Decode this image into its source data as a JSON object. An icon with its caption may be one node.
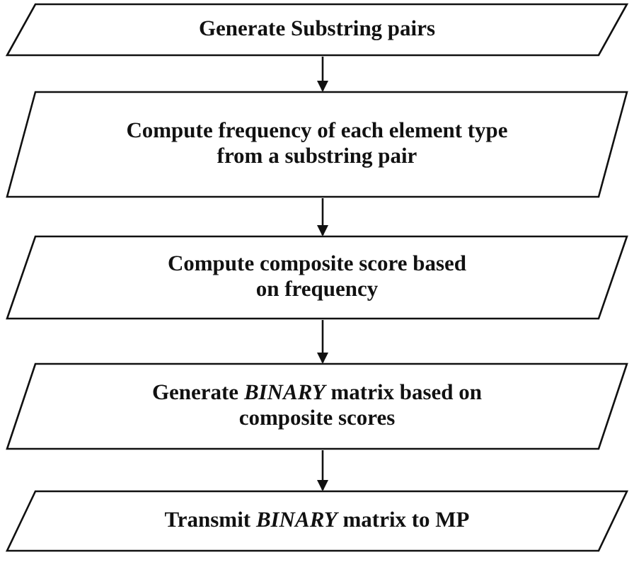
{
  "diagram": {
    "nodes": [
      {
        "text": [
          "Generate Substring pairs"
        ]
      },
      {
        "text": [
          "Compute frequency of each element type from a substring pair"
        ]
      },
      {
        "text": [
          "Compute composite score based on frequency"
        ]
      },
      {
        "text": [
          "Generate *BINARY* matrix based on composite scores"
        ]
      },
      {
        "text": [
          "Transmit *BINARY* matrix to MP"
        ]
      }
    ],
    "edges": [
      {
        "from": 0,
        "to": 1,
        "arrow": "to"
      },
      {
        "from": 1,
        "to": 2,
        "arrow": "to"
      },
      {
        "from": 2,
        "to": 3,
        "arrow": "to"
      },
      {
        "from": 3,
        "to": 4,
        "arrow": "to"
      }
    ]
  }
}
